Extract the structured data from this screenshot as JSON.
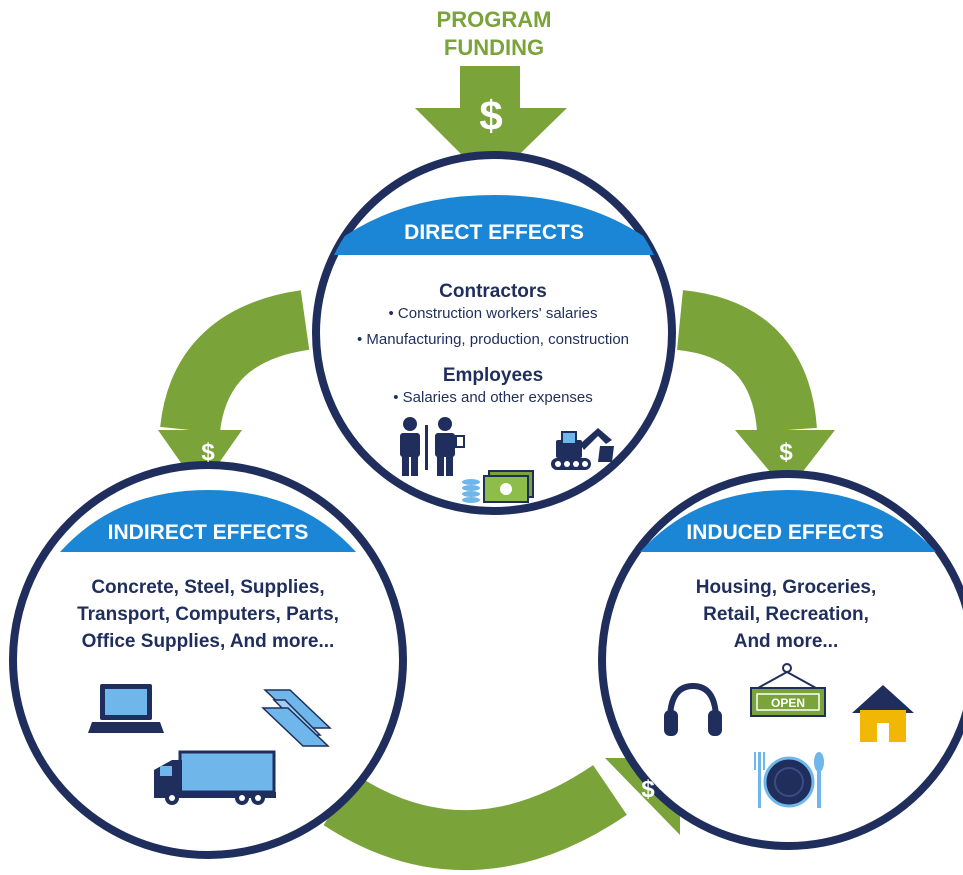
{
  "funding": {
    "line1": "PROGRAM",
    "line2": "FUNDING",
    "symbol": "$"
  },
  "direct": {
    "title": "DIRECT EFFECTS",
    "heading1": "Contractors",
    "bullet1": "• Construction workers' salaries",
    "bullet2": "• Manufacturing, production, construction",
    "heading2": "Employees",
    "bullet3": "• Salaries and other expenses",
    "icons": [
      "workers-icon",
      "money-icon",
      "excavator-icon"
    ]
  },
  "indirect": {
    "title": "INDIRECT EFFECTS",
    "line1": "Concrete, Steel, Supplies,",
    "line2": "Transport, Computers, Parts,",
    "line3": "Office Supplies, And more...",
    "icons": [
      "laptop-icon",
      "steel-beam-icon",
      "truck-icon"
    ]
  },
  "induced": {
    "title": "INDUCED EFFECTS",
    "line1": "Housing, Groceries,",
    "line2": "Retail, Recreation,",
    "line3": "And more...",
    "sign": "OPEN",
    "icons": [
      "headphones-icon",
      "open-sign-icon",
      "house-icon",
      "dining-icon"
    ]
  },
  "arrows": {
    "left_symbol": "$",
    "right_symbol": "$",
    "bottom_symbol": "$"
  },
  "colors": {
    "green": "#7aa33a",
    "blue": "#1b86d6",
    "navy": "#1f2e5c",
    "light_blue": "#6fb6ea",
    "yellow": "#f2b705"
  }
}
